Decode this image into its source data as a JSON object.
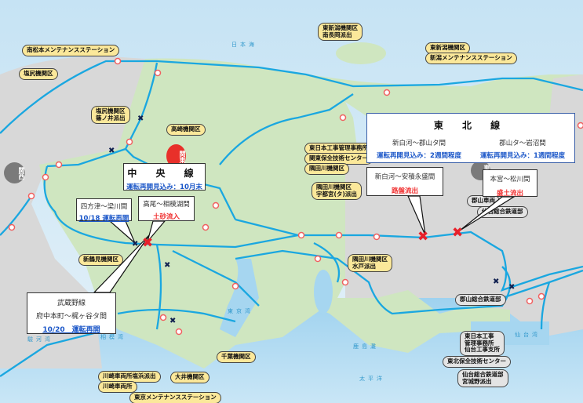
{
  "regions": {
    "kansai": "関西",
    "kanto": "関東",
    "tohoku": "東北"
  },
  "seas": {
    "japan_sea": "日本海",
    "suruga": "駿河湾",
    "sagami": "相模湾",
    "kashima": "鹿島灘",
    "pacific": "太平洋",
    "sendai": "仙台湾",
    "tokyo": "東京湾"
  },
  "depots": {
    "minami_matsumoto": "南松本メンテナンスステーション",
    "shiojiri": "塩尻機関区",
    "shiojiri_shinonoi": [
      "塩尻機関区",
      "篠ノ井派出"
    ],
    "takasaki": "高崎機関区",
    "higashi_niigata_minami_nagaoka": [
      "東新潟機関区",
      "南長岡派出"
    ],
    "higashi_niigata": "東新潟機関区",
    "niigata_ms": "新潟メンテナンスステーション",
    "higashi_nihon_koji": "東日本工事管理事務所",
    "kanto_hozen": "関東保全技術センター",
    "sumidagawa": "隅田川機関区",
    "sumidagawa_utsunomiya": [
      "隅田川機関区",
      "宇都宮(タ)派出"
    ],
    "sumidagawa_mito": [
      "隅田川機関区",
      "水戸派出"
    ],
    "koriyama_sharyo": "郡山車両",
    "sendai_sogo_top": "仙台総合鉄道部",
    "koriyama_sogo": "郡山総合鉄道部",
    "sendai_koji": [
      "東日本工事",
      "管理事務所",
      "仙台工事支所"
    ],
    "tohoku_hozen": "東北保全技術センター",
    "sendai_miyagino": [
      "仙台総合鉄道部",
      "宮城野派出"
    ],
    "shin_tsurumi": "新鶴見機関区",
    "kawasaki_shiohama": "川崎車両所塩浜派出",
    "kawasaki": "川崎車両所",
    "oi": "大井機関区",
    "tokyo_ms": "東京メンテナンスステーション",
    "chiba": "千葉機関区"
  },
  "callouts": {
    "chuo": {
      "title": "中 央 線",
      "status": "運転再開見込み：10月末"
    },
    "shiotsu": {
      "section": "四方津～梁川間",
      "status": "10/18 運転再開"
    },
    "takao": {
      "section": "高尾～相模湖間",
      "cause": "土砂流入"
    },
    "musashino": {
      "line": "武蔵野線",
      "section": "府中本町～梶ヶ谷タ間",
      "status": "10/20　運転再開"
    },
    "tohoku": {
      "title": "東 北 線",
      "sec1": "新白河～郡山タ間",
      "stat1": "運転再開見込み：2週間程度",
      "sec2": "郡山タ～岩沼間",
      "stat2": "運転再開見込み：1週間程度"
    },
    "shirakawa": {
      "section": "新白河～安積永盛間",
      "cause": "路盤流出"
    },
    "motomiya": {
      "section": "本宮～松川間",
      "cause": "盛土流出"
    }
  },
  "colors": {
    "line": "#1aa7e0",
    "land": "#cfe6c0",
    "other": "#d8d8d8",
    "sea": "#bfe0f3",
    "x_red": "#e8202a"
  }
}
